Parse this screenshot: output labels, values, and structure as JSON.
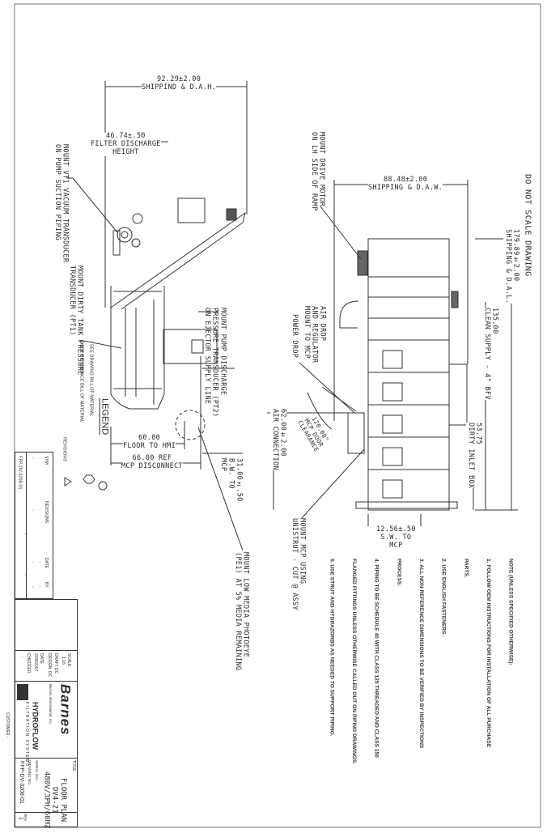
{
  "header": {
    "do_not_scale": "DO NOT SCALE DRAWING"
  },
  "notes": {
    "title": "NOTE (UNLESS SPECIFIED OTHERWISE):",
    "lines": [
      "1. FOLLOW OEM INSTRUCTIONS FOR INSTALLATION OF ALL PURCHASE",
      "PARTS.",
      "2. USE ENGLISH FASTENERS.",
      "3. ALL NON-REFERENCE DIMENSIONS TO BE VERIFIED BY INSPECTIONS",
      "PROCESS.",
      "4. PIPING TO BE SCHEDULE 40 WITH CLASS 125 THREADED AND CLASS 150",
      "FLANGED FITTINGS UNLESS OTHERWISE CALLED OUT ON PIPING DRAWINGS.",
      "5. USE STRUT AND HYDRAZORBS AS NEEDED TO SUPPORT PIPING."
    ]
  },
  "side_view": {
    "dim_overall_height": "92.29±2.00\nSHIPPIND & D.A.H.",
    "dim_filter_discharge": "46.74±.50\nFILTER DISCHARGE\nHEIGHT",
    "callout_vt1": "MOUNT VT1 VACUUM TRANSDUCER\nON PUMP SUCTION PIPING",
    "callout_pt2": "MOUNT PUMP DISCHARGE\nPRESSURE TRANSDUCER (PT2)\nON EJECTOR SUPPLY LINE",
    "callout_pt1": "MOUNT DIRTY TANK PRESSURE\nTRANSDUCER (PT1)",
    "dim_bw_to_mcp": "31.00±.50\nB.W. TO\nMCP",
    "dim_floor_to_hmi": "60.00\nFLOOR TO HMI",
    "dim_mcp_disconnect": "66.00 REF\nMCP DISCONNECT",
    "callout_pe1": "MOUNT LOW MEDIA PHOTOEYE\n(PE1) AT 5% MEDIA REMAINING"
  },
  "plan_view": {
    "callout_drive_motor": "MOUNT DRIVE MOTOR\nON LH SIDE OF RAMP",
    "dim_width": "88.48±2.00\nSHIPPING & D.A.W.",
    "callout_air_drop": "AIR DROP\nAND REGULATOR\nMOUNT TO MCP",
    "callout_power_drop": "POWER DROP",
    "door_clearance": "120.00°\nMCP DOOR\nCLEARANCE",
    "dim_air_connection": "62.00±2.00\nAIR CONNECTION",
    "dim_length": "179.89±2.00\nSHIPPING & D.A.L.",
    "dim_clean_supply": "135.00\nCLEAN SUPPLY - 4\" BFV",
    "dim_dirty_inlet": "53.75\nDIRTY INLET BOX",
    "dim_sw_to_mcp": "12.56±.50\nS.W. TO\nMCP",
    "callout_mcp": "MOUNT MCP USING\nUNISTRUT - CUT @ ASSY"
  },
  "legend": {
    "title": "LEGEND",
    "items": [
      "SEE DRAWING BILL OF MATERIAL",
      "SEE REFERENCE BILL OF MATERIAL",
      "REVISIONS"
    ]
  },
  "revisions": {
    "headers": [
      "SYM",
      "REVISIONS",
      "DATE",
      "BY"
    ],
    "rows": [
      [
        "-",
        "-",
        "-",
        "-"
      ],
      [
        "-",
        "-",
        "-",
        "-"
      ],
      [
        "-",
        "-",
        "-",
        "-"
      ],
      [
        "-",
        "-",
        "-",
        "-"
      ]
    ],
    "ref_drawing": "FFP-DV-3208-01"
  },
  "title_block": {
    "title_label": "TITLE",
    "title": "FLOOR PLAN\nDV4-21\n480V/3PH/60HZ",
    "company": "Barnes",
    "company_sub": "Barnes International, Inc.",
    "brand": "HYDROFLOW",
    "brand_sub": "FILTRATION SYSTEMS",
    "scale_label": "SCALE",
    "scale": "1:16",
    "draft_label": "DRAFT",
    "draft": "DC",
    "design_label": "DESIGN",
    "design": "DC",
    "date_label": "DATE",
    "date": "2/08/2007",
    "checked_label": "CHECKED",
    "checked": "-",
    "serial_label": "SERIAL NO.-",
    "drawing_no_label": "DRAWING NO.",
    "drawing_no": "FFP-DV-3208-01",
    "rev_label": "REV",
    "rev": "1",
    "customer": "CUSTOMER -"
  }
}
